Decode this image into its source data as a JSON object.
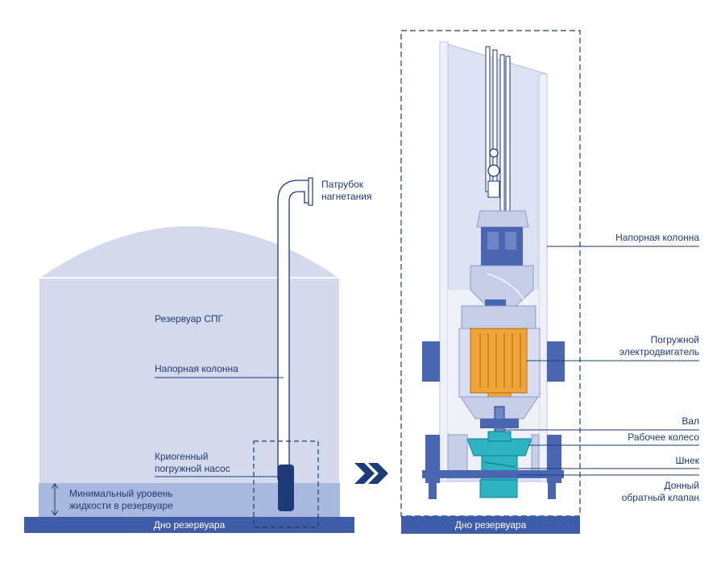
{
  "colors": {
    "navy": "#1e3a78",
    "tank_fill": "#d4d9ec",
    "liquid_fill": "#a9b9de",
    "column_fill": "#dde3f2",
    "pump_body": "#4b66b0",
    "motor": "#f0a43a",
    "impeller": "#2fb3c2",
    "bottom": "#3e5ca8"
  },
  "tank": {
    "title": "Резервуар СПГ",
    "column_label": "Напорная колонна",
    "pump_label_line1": "Криогенный",
    "pump_label_line2": "погружной насос",
    "min_level_line1": "Минимальный уровень",
    "min_level_line2": "жидкости в резервуаре",
    "discharge_line1": "Патрубок",
    "discharge_line2": "нагнетания",
    "bottom_label": "Дно резервуара"
  },
  "detail": {
    "column_label": "Напорная колонна",
    "motor_line1": "Погружной",
    "motor_line2": "электродвигатель",
    "shaft": "Вал",
    "impeller": "Рабочее колесо",
    "inducer": "Шнек",
    "valve_line1": "Донный",
    "valve_line2": "обратный клапан",
    "bottom_label": "Дно резервуара"
  },
  "arrow_icon": "double-chevron-right-icon"
}
